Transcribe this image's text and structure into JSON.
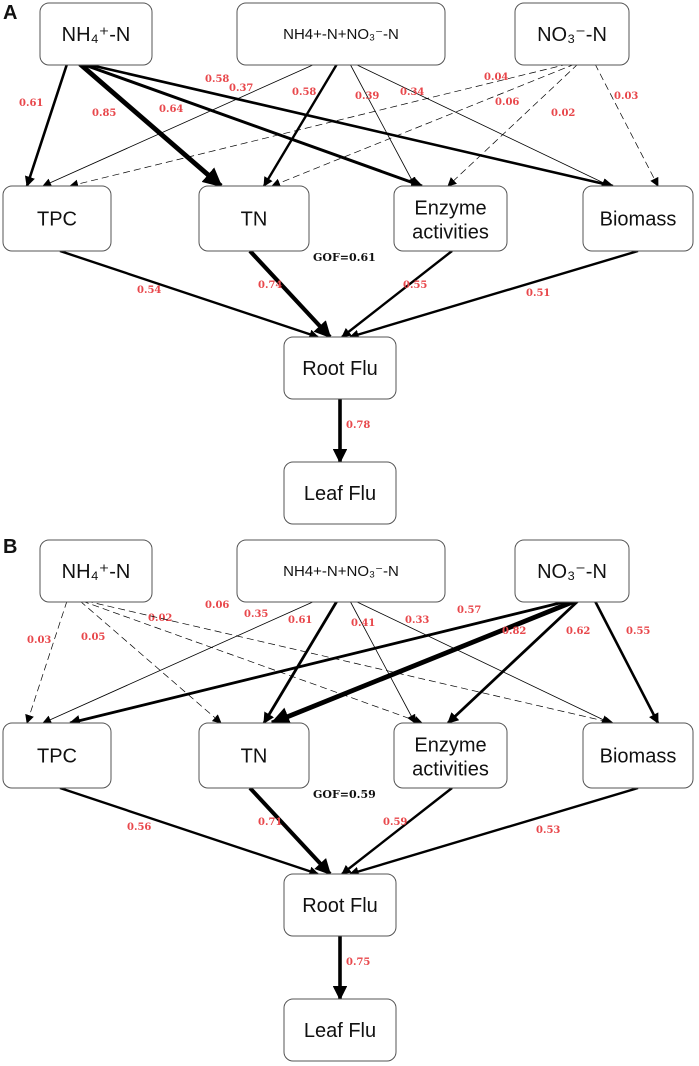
{
  "panels": [
    {
      "letter": "A",
      "gof": "GOF=0.61",
      "nodes": {
        "nh4": {
          "label": "NH₄⁺-N",
          "small": false
        },
        "mix": {
          "label": "NH4+-N+NO₃⁻-N",
          "small": true
        },
        "no3": {
          "label": "NO₃⁻-N",
          "small": false
        },
        "tpc": {
          "label": "TPC",
          "small": false
        },
        "tn": {
          "label": "TN",
          "small": false
        },
        "enz": {
          "label": [
            "Enzyme",
            "activities"
          ],
          "small": false
        },
        "bio": {
          "label": "Biomass",
          "small": false
        },
        "root": {
          "label": "Root Flu",
          "small": false
        },
        "leaf": {
          "label": "Leaf Flu",
          "small": false
        }
      },
      "edges": [
        {
          "from": "nh4",
          "to": "tpc",
          "coef": "0.61",
          "weight": 2.6,
          "dashed": false
        },
        {
          "from": "nh4",
          "to": "tn",
          "coef": "0.85",
          "weight": 4.8,
          "dashed": false
        },
        {
          "from": "nh4",
          "to": "enz",
          "coef": "0.64",
          "weight": 3.0,
          "dashed": false
        },
        {
          "from": "nh4",
          "to": "bio",
          "coef": "0.58",
          "weight": 2.6,
          "dashed": false
        },
        {
          "from": "mix",
          "to": "tpc",
          "coef": "0.37",
          "weight": 0.8,
          "dashed": false
        },
        {
          "from": "mix",
          "to": "tn",
          "coef": "0.58",
          "weight": 2.4,
          "dashed": false
        },
        {
          "from": "mix",
          "to": "enz",
          "coef": "0.39",
          "weight": 0.8,
          "dashed": false
        },
        {
          "from": "mix",
          "to": "bio",
          "coef": "0.34",
          "weight": 0.8,
          "dashed": false
        },
        {
          "from": "no3",
          "to": "tpc",
          "coef": "0.04",
          "weight": 0.7,
          "dashed": true
        },
        {
          "from": "no3",
          "to": "tn",
          "coef": "0.06",
          "weight": 0.7,
          "dashed": true
        },
        {
          "from": "no3",
          "to": "enz",
          "coef": "0.02",
          "weight": 0.7,
          "dashed": true
        },
        {
          "from": "no3",
          "to": "bio",
          "coef": "0.03",
          "weight": 0.7,
          "dashed": true
        },
        {
          "from": "tpc",
          "to": "root",
          "coef": "0.54",
          "weight": 2.4,
          "dashed": false
        },
        {
          "from": "tn",
          "to": "root",
          "coef": "0.74",
          "weight": 4.2,
          "dashed": false
        },
        {
          "from": "enz",
          "to": "root",
          "coef": "0.55",
          "weight": 2.4,
          "dashed": false
        },
        {
          "from": "bio",
          "to": "root",
          "coef": "0.51",
          "weight": 2.4,
          "dashed": false
        },
        {
          "from": "root",
          "to": "leaf",
          "coef": "0.78",
          "weight": 3.6,
          "dashed": false
        }
      ]
    },
    {
      "letter": "B",
      "gof": "GOF=0.59",
      "nodes": {
        "nh4": {
          "label": "NH₄⁺-N",
          "small": false
        },
        "mix": {
          "label": "NH4+-N+NO₃⁻-N",
          "small": true
        },
        "no3": {
          "label": "NO₃⁻-N",
          "small": false
        },
        "tpc": {
          "label": "TPC",
          "small": false
        },
        "tn": {
          "label": "TN",
          "small": false
        },
        "enz": {
          "label": [
            "Enzyme",
            "activities"
          ],
          "small": false
        },
        "bio": {
          "label": "Biomass",
          "small": false
        },
        "root": {
          "label": "Root Flu",
          "small": false
        },
        "leaf": {
          "label": "Leaf Flu",
          "small": false
        }
      },
      "edges": [
        {
          "from": "nh4",
          "to": "tpc",
          "coef": "0.03",
          "weight": 0.7,
          "dashed": true
        },
        {
          "from": "nh4",
          "to": "tn",
          "coef": "0.05",
          "weight": 0.7,
          "dashed": true
        },
        {
          "from": "nh4",
          "to": "enz",
          "coef": "0.02",
          "weight": 0.7,
          "dashed": true
        },
        {
          "from": "nh4",
          "to": "bio",
          "coef": "0.06",
          "weight": 0.7,
          "dashed": true
        },
        {
          "from": "mix",
          "to": "tpc",
          "coef": "0.35",
          "weight": 0.8,
          "dashed": false
        },
        {
          "from": "mix",
          "to": "tn",
          "coef": "0.61",
          "weight": 2.8,
          "dashed": false
        },
        {
          "from": "mix",
          "to": "enz",
          "coef": "0.41",
          "weight": 0.8,
          "dashed": false
        },
        {
          "from": "mix",
          "to": "bio",
          "coef": "0.33",
          "weight": 0.8,
          "dashed": false
        },
        {
          "from": "no3",
          "to": "tpc",
          "coef": "0.57",
          "weight": 2.8,
          "dashed": false
        },
        {
          "from": "no3",
          "to": "tn",
          "coef": "0.82",
          "weight": 4.8,
          "dashed": false
        },
        {
          "from": "no3",
          "to": "enz",
          "coef": "0.62",
          "weight": 2.8,
          "dashed": false
        },
        {
          "from": "no3",
          "to": "bio",
          "coef": "0.55",
          "weight": 2.6,
          "dashed": false
        },
        {
          "from": "tpc",
          "to": "root",
          "coef": "0.56",
          "weight": 2.4,
          "dashed": false
        },
        {
          "from": "tn",
          "to": "root",
          "coef": "0.71",
          "weight": 4.0,
          "dashed": false
        },
        {
          "from": "enz",
          "to": "root",
          "coef": "0.59",
          "weight": 2.4,
          "dashed": false
        },
        {
          "from": "bio",
          "to": "root",
          "coef": "0.53",
          "weight": 2.4,
          "dashed": false
        },
        {
          "from": "root",
          "to": "leaf",
          "coef": "0.75",
          "weight": 3.6,
          "dashed": false
        }
      ]
    }
  ]
}
